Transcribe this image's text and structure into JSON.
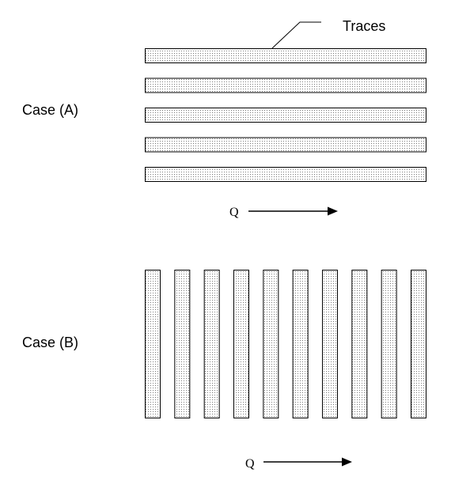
{
  "diagram": {
    "callout": {
      "label": "Traces"
    },
    "case_a": {
      "label": "Case (A)",
      "trace_orientation": "horizontal",
      "trace_count": 5,
      "flow_label": "Q"
    },
    "case_b": {
      "label": "Case (B)",
      "trace_orientation": "vertical",
      "trace_count": 10,
      "flow_label": "Q"
    },
    "colors": {
      "trace_outline": "#000000",
      "trace_dots": "#7a7a7a",
      "background": "#ffffff"
    }
  }
}
